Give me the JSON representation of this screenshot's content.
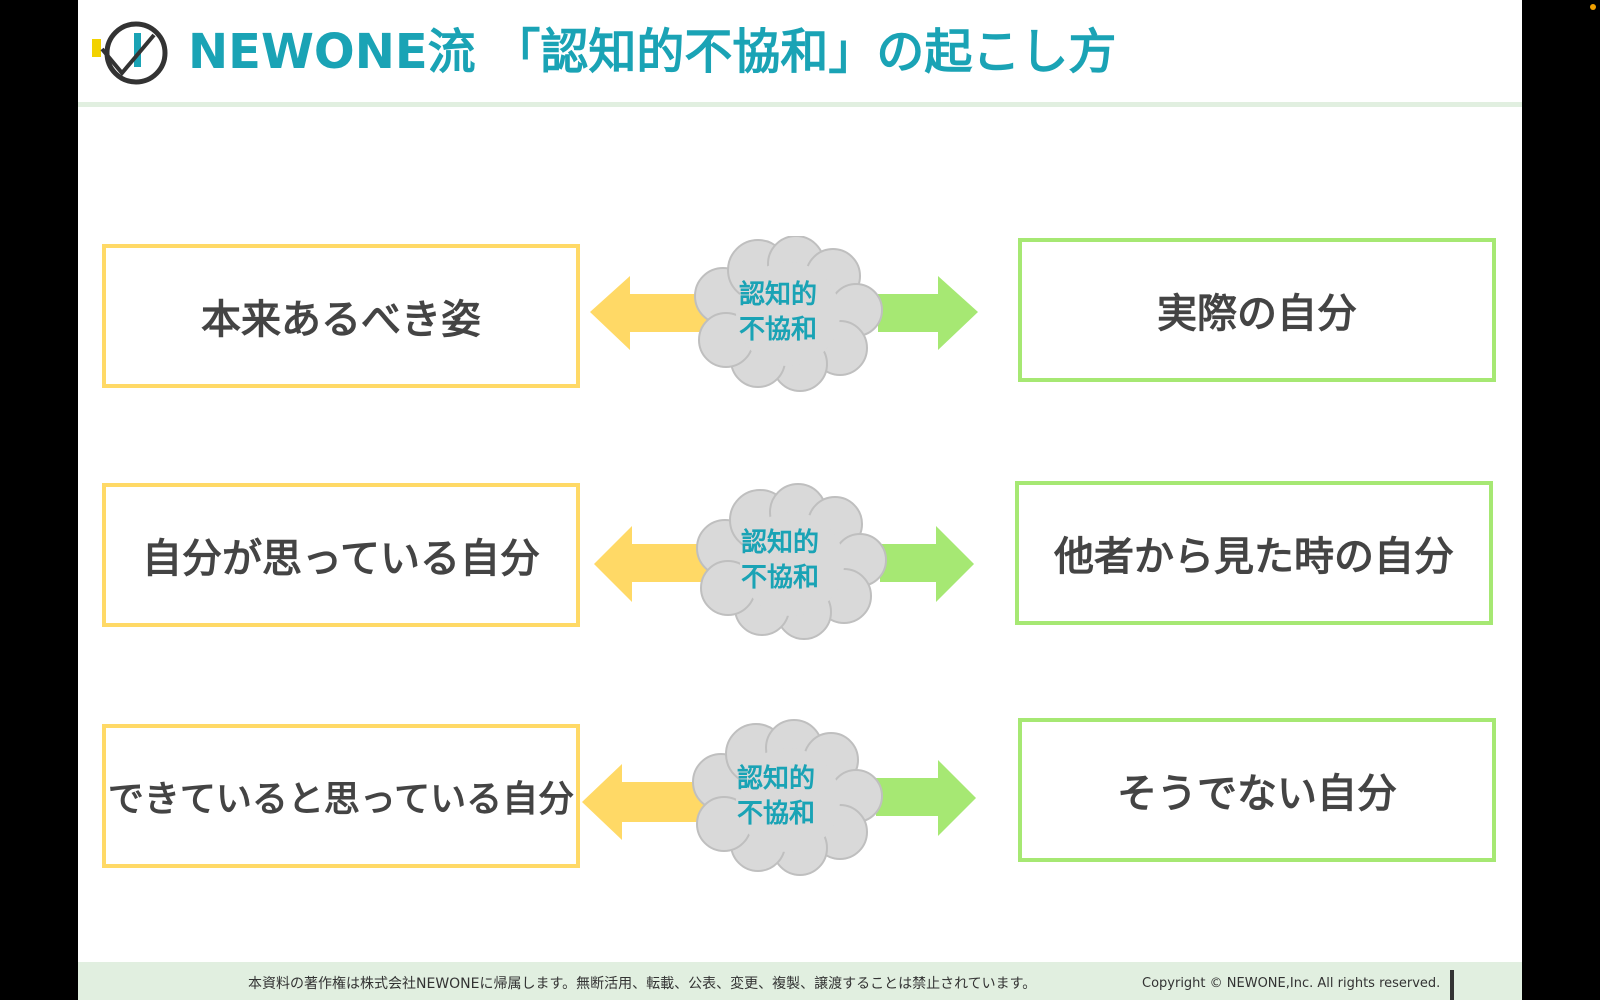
{
  "header": {
    "title": "NEWONE流 「認知的不協和」の起こし方",
    "logo_icon": "newone-logo-icon",
    "colors": {
      "title": "#1aa3b5",
      "rule": "#e1efe0"
    }
  },
  "rows": [
    {
      "left_label": "本来あるべき姿",
      "center_label_line1": "認知的",
      "center_label_line2": "不協和",
      "right_label": "実際の自分"
    },
    {
      "left_label": "自分が思っている自分",
      "center_label_line1": "認知的",
      "center_label_line2": "不協和",
      "right_label": "他者から見た時の自分"
    },
    {
      "left_label": "できていると思っている自分",
      "center_label_line1": "認知的",
      "center_label_line2": "不協和",
      "right_label": "そうでない自分"
    }
  ],
  "colors": {
    "left_border": "#ffd966",
    "left_arrow": "#ffd966",
    "right_border": "#a6e873",
    "right_arrow": "#a6e873",
    "cloud_fill": "#d9d9d9",
    "cloud_stroke": "#bfbfbf",
    "box_text": "#444444"
  },
  "footer": {
    "notice": "本資料の著作権は株式会社NEWONEに帰属します。無断活用、転載、公表、変更、複製、譲渡することは禁止されています。",
    "copyright": "Copyright © NEWONE,Inc.  All rights reserved."
  }
}
